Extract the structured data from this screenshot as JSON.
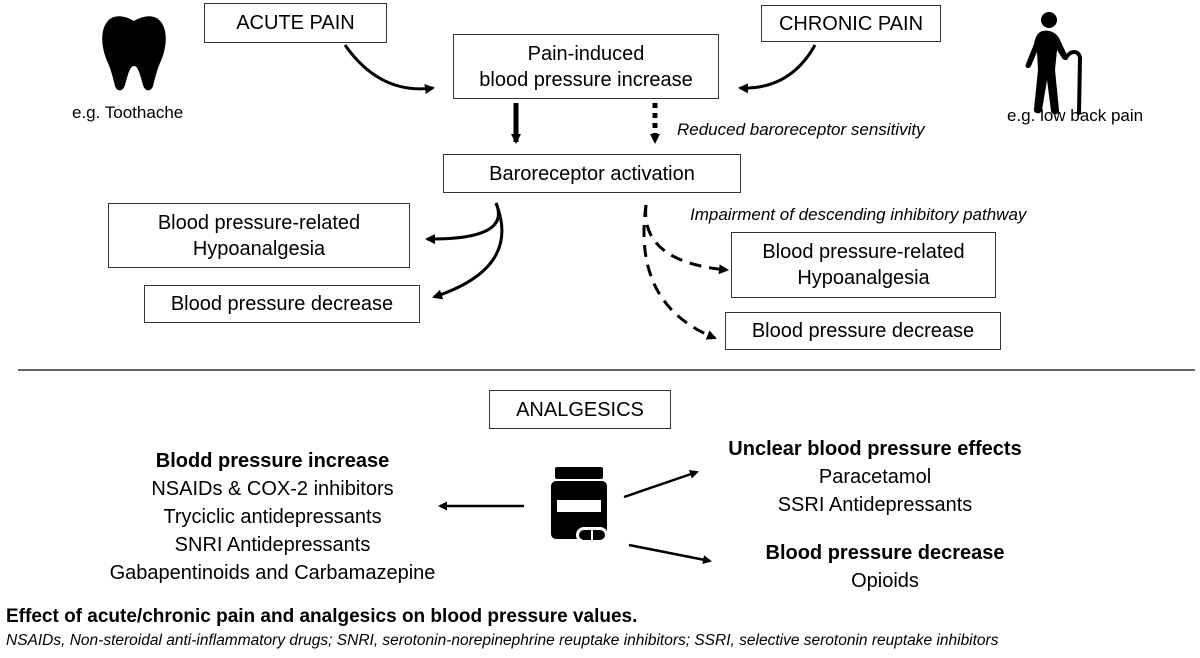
{
  "top": {
    "acute": {
      "label": "ACUTE PAIN",
      "example": "e.g. Toothache"
    },
    "chronic": {
      "label": "CHRONIC PAIN",
      "example": "e.g. low back pain"
    },
    "bp_increase": {
      "line1": "Pain-induced",
      "line2": "blood pressure increase"
    },
    "reduced_sensitivity": "Reduced baroreceptor sensitivity",
    "baroreceptor": "Baroreceptor activation",
    "impairment": "Impairment of descending inhibitory pathway",
    "left_hypo": {
      "line1": "Blood pressure-related",
      "line2": "Hypoanalgesia"
    },
    "left_decrease": "Blood pressure decrease",
    "right_hypo": {
      "line1": "Blood pressure-related",
      "line2": "Hypoanalgesia"
    },
    "right_decrease": "Blood pressure decrease"
  },
  "analgesics": {
    "title": "ANALGESICS",
    "increase": {
      "heading": "Blodd pressure increase",
      "items": [
        "NSAIDs & COX-2 inhibitors",
        "Tryciclic antidepressants",
        "SNRI Antidepressants",
        "Gabapentinoids and Carbamazepine"
      ]
    },
    "unclear": {
      "heading": "Unclear blood pressure effects",
      "items": [
        "Paracetamol",
        "SSRI Antidepressants"
      ]
    },
    "decrease": {
      "heading": "Blood pressure decrease",
      "items": [
        "Opioids"
      ]
    }
  },
  "caption": {
    "title": "Effect of acute/chronic pain and analgesics on blood pressure values.",
    "abbrev": "NSAIDs, Non-steroidal anti-inflammatory drugs; SNRI, serotonin-norepinephrine reuptake inhibitors; SSRI, selective serotonin reuptake inhibitors"
  },
  "icons": {
    "tooth": "tooth-icon",
    "elderly": "elderly-person-with-cane-icon",
    "medicine": "medicine-bottle-icon"
  }
}
